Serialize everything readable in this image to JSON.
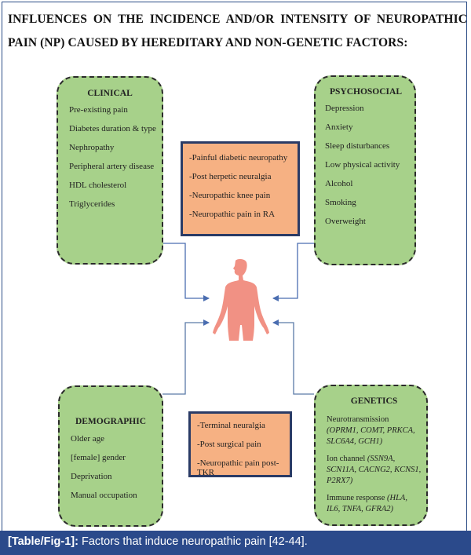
{
  "title": "INFLUENCES ON THE INCIDENCE AND/OR INTENSITY OF NEUROPATHIC PAIN (NP) CAUSED BY HEREDITARY AND NON-GENETIC FACTORS:",
  "clinical": {
    "heading": "CLINICAL",
    "items": [
      "Pre-existing pain",
      "Diabetes duration & type",
      "Nephropathy",
      "Peripheral artery disease",
      "HDL cholesterol",
      "Triglycerides"
    ]
  },
  "psychosocial": {
    "heading": "PSYCHOSOCIAL",
    "items": [
      "Depression",
      "Anxiety",
      "Sleep disturbances",
      "Low physical activity",
      "Alcohol",
      "Smoking",
      "Overweight"
    ]
  },
  "conditions_top": [
    "-Painful diabetic neuropathy",
    "-Post herpetic neuralgia",
    "-Neuropathic knee pain",
    "-Neuropathic pain in RA"
  ],
  "demographic": {
    "heading": "DEMOGRAPHIC",
    "items": [
      "Older age",
      "[female] gender",
      "Deprivation",
      "Manual occupation"
    ]
  },
  "conditions_bottom": [
    "-Terminal neuralgia",
    "-Post surgical pain",
    "-Neuropathic pain post-TKR"
  ],
  "genetics": {
    "heading": "GENETICS",
    "groups": [
      {
        "label": "Neurotransmission",
        "genes": "(OPRM1, COMT, PRKCA, SLC6A4, GCH1)"
      },
      {
        "label": "Ion channel",
        "genes": "(SSN9A, SCN11A, CACNG2, KCNS1, P2RX7)"
      },
      {
        "label": "Immune response",
        "genes": "(HLA, IL6, TNFA, GFRA2)"
      }
    ]
  },
  "caption": {
    "label": "[Table/Fig-1]:",
    "text": " Factors that induce neuropathic pain [42-44]."
  },
  "colors": {
    "green_box": "#a7d18a",
    "orange_box": "#f6b183",
    "connector": "#4a6db0",
    "figure": "#f19184",
    "caption_bar": "#2b4a8b"
  },
  "icons": {
    "center": "human-figure-icon"
  }
}
